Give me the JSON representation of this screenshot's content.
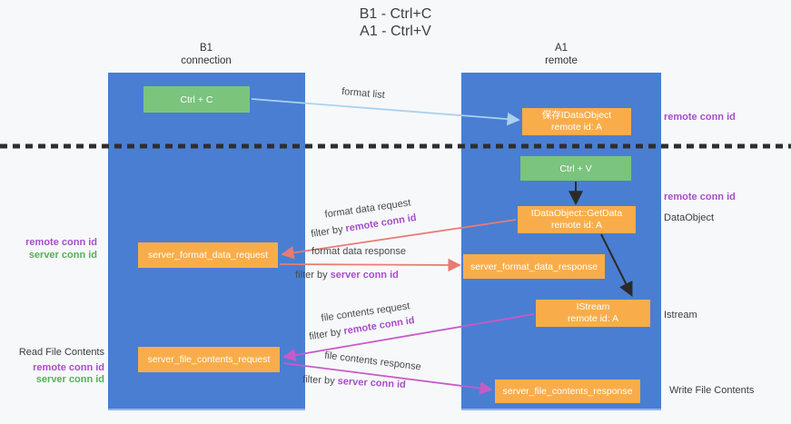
{
  "title": {
    "line1": "B1 - Ctrl+C",
    "line2": "A1 - Ctrl+V"
  },
  "columns": {
    "left": {
      "header_line1": "B1",
      "header_line2": "connection"
    },
    "right": {
      "header_line1": "A1",
      "header_line2": "remote"
    }
  },
  "boxes": {
    "ctrl_c": "Ctrl + C",
    "ctrl_v": "Ctrl + V",
    "save_idataobject": {
      "line1": "保存IDataObject",
      "line2": "remote id: A"
    },
    "getdata": {
      "line1": "IDataObject::GetData",
      "line2": "remote id: A"
    },
    "istream": {
      "line1": "IStream",
      "line2": "remote id: A"
    },
    "server_format_data_request": "server_format_data_request",
    "server_format_data_response": "server_format_data_response",
    "server_file_contents_request": "server_file_contents_request",
    "server_file_contents_response": "server_file_contents_response"
  },
  "annotations": {
    "format_list": "format list",
    "format_data_request": "format data request",
    "format_data_response": "format data response",
    "file_contents_request": "file contents request",
    "file_contents_response": "file contents response",
    "filter_by": "filter by ",
    "remote_conn_id": "remote conn id",
    "server_conn_id": "server conn id"
  },
  "side_labels": {
    "right_remote_conn_id_top": "remote conn id",
    "right_remote_conn_id_mid": "remote conn id",
    "data_object": "DataObject",
    "istream": "Istream",
    "write_file_contents": "Write File Contents",
    "left_remote_conn_id_1": "remote conn id",
    "left_server_conn_id_1": "server conn id",
    "read_file_contents": "Read File Contents",
    "left_remote_conn_id_2": "remote conn id",
    "left_server_conn_id_2": "server conn id"
  },
  "colors": {
    "lifeline_blue": "#4a7ed2",
    "box_orange": "#f9ad4a",
    "box_green": "#7ac47e",
    "arrow_lightblue": "#a9d2ef",
    "arrow_salmon": "#e87b74",
    "arrow_magenta": "#c75bc8",
    "arrow_black": "#2b2b2b",
    "text_purple": "#a64ecb",
    "text_green": "#55b05b"
  }
}
